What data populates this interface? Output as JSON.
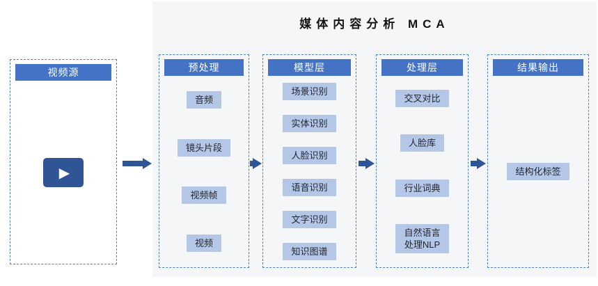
{
  "title": "媒体内容分析 MCA",
  "icons": {
    "play": "▶"
  },
  "colors": {
    "header_bg": "#4472C4",
    "item_bg": "#B4C7E7",
    "accent_dark": "#2F5597",
    "dash_border": "#4A7FC1",
    "panel_bg": "#F5F6F7"
  },
  "columns": [
    {
      "header": "视频源",
      "items": []
    },
    {
      "header": "预处理",
      "items": [
        "音频",
        "镜头片段",
        "视频帧",
        "视频"
      ]
    },
    {
      "header": "模型层",
      "items": [
        "场景识别",
        "实体识别",
        "人脸识别",
        "语音识别",
        "文字识别",
        "知识图谱"
      ]
    },
    {
      "header": "处理层",
      "items": [
        "交叉对比",
        "人脸库",
        "行业词典",
        "自然语言\n处理NLP"
      ]
    },
    {
      "header": "结果输出",
      "items": [
        "结构化标签"
      ]
    }
  ]
}
